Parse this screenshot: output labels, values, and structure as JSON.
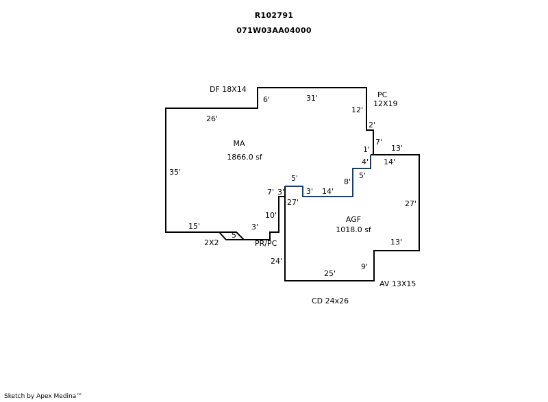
{
  "header": {
    "account": "R102791",
    "map_number": "071W03AA04000"
  },
  "areas": {
    "ma": {
      "name": "MA",
      "area": "1866.0 sf"
    },
    "agf": {
      "name": "AGF",
      "area": "1018.0 sf"
    }
  },
  "features": {
    "df": "DF 18X14",
    "pc_name": "PC",
    "pc_size": "12X19",
    "two_by_two": "2X2",
    "prpc": "PR/PC",
    "av": "AV 13X15",
    "cd": "CD 24x26"
  },
  "dimensions": {
    "d6": "6'",
    "d31": "31'",
    "d12": "12'",
    "d2": "2'",
    "d7": "7'",
    "d1": "1'",
    "d13a": "13'",
    "d14a": "14'",
    "d4": "4'",
    "d5a": "5'",
    "d8": "8'",
    "d14b": "14'",
    "d3a": "3'",
    "d5b": "5'",
    "d3b": "3'",
    "d7b": "7'",
    "d26": "26'",
    "d35": "35'",
    "d15": "15'",
    "d5c": "5'",
    "d3c": "3'",
    "d10": "10'",
    "d27a": "27'",
    "d27b": "27'",
    "d13b": "13'",
    "d9": "9'",
    "d25": "25'",
    "d24": "24'"
  },
  "colors": {
    "outline": "#000000",
    "shared_wall": "#0b3f8a"
  },
  "footer": "Sketch by Apex Medina™"
}
